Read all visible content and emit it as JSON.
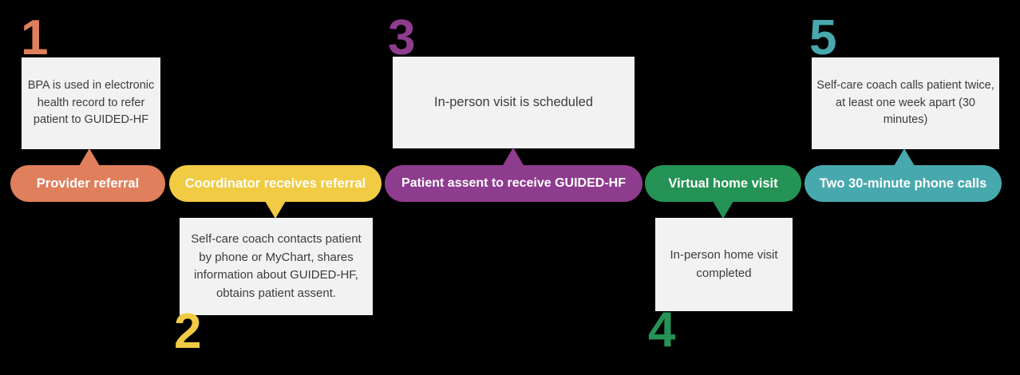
{
  "diagram": {
    "background": "#000000",
    "box_bg": "#F2F2F2",
    "box_text_color": "#3C3C3C",
    "pill_text_color": "#FFFFFF"
  },
  "steps": [
    {
      "number": "1",
      "color": "#E07F5C",
      "pill_label": "Provider referral",
      "box_text": "BPA is used in electronic health record to refer patient to GUIDED-HF",
      "box_position": "above"
    },
    {
      "number": "2",
      "color": "#F1CB44",
      "pill_label": "Coordinator receives referral",
      "box_text": "Self-care coach contacts patient by phone or MyChart, shares information about GUIDED-HF, obtains patient assent.",
      "box_position": "below"
    },
    {
      "number": "3",
      "color": "#8E3C8E",
      "pill_label": "Patient assent to receive GUIDED-HF",
      "box_text": "In-person visit is scheduled",
      "box_position": "above"
    },
    {
      "number": "4",
      "color": "#259355",
      "pill_label": "Virtual home visit",
      "box_text": "In-person home visit completed",
      "box_position": "below"
    },
    {
      "number": "5",
      "color": "#47A9AD",
      "pill_label": "Two 30-minute phone calls",
      "box_text": "Self-care coach calls patient twice, at least one week apart (30 minutes)",
      "box_position": "above"
    }
  ]
}
